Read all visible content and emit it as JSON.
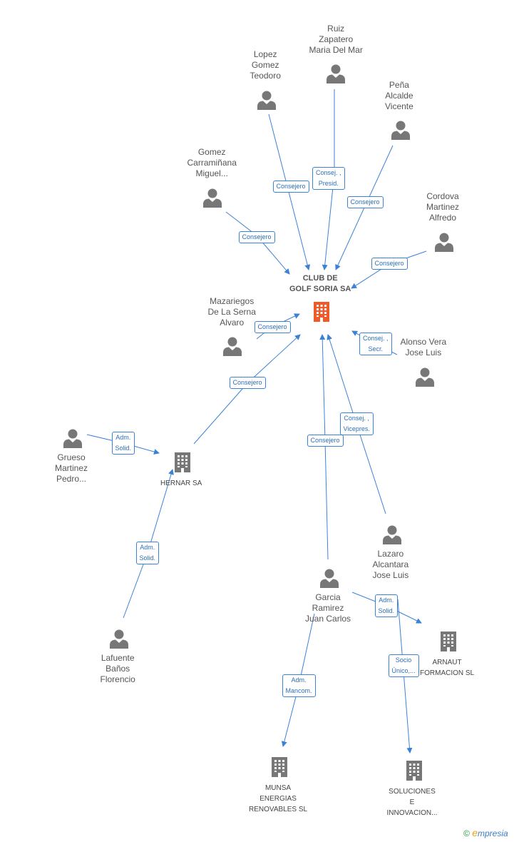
{
  "nodes": {
    "club": {
      "label": [
        "CLUB DE",
        "GOLF SORIA SA"
      ],
      "kind": "company",
      "color": "#f05a28"
    },
    "ruiz": {
      "label": [
        "Ruiz",
        "Zapatero",
        "Maria Del Mar"
      ],
      "kind": "person"
    },
    "lopez": {
      "label": [
        "Lopez",
        "Gomez",
        "Teodoro"
      ],
      "kind": "person"
    },
    "pena": {
      "label": [
        "Peña",
        "Alcalde",
        "Vicente"
      ],
      "kind": "person"
    },
    "gomez": {
      "label": [
        "Gomez",
        "Carramiñana",
        "Miguel..."
      ],
      "kind": "person"
    },
    "cordova": {
      "label": [
        "Cordova",
        "Martinez",
        "Alfredo"
      ],
      "kind": "person"
    },
    "mazariegos": {
      "label": [
        "Mazariegos",
        "De La Serna",
        "Alvaro"
      ],
      "kind": "person"
    },
    "alonso": {
      "label": [
        "Alonso Vera",
        "Jose Luis"
      ],
      "kind": "person"
    },
    "grueso": {
      "label": [
        "Grueso",
        "Martinez",
        "Pedro..."
      ],
      "kind": "person"
    },
    "hernar": {
      "label": [
        "HERNAR SA"
      ],
      "kind": "company"
    },
    "lafuente": {
      "label": [
        "Lafuente",
        "Baños",
        "Florencio"
      ],
      "kind": "person"
    },
    "lazaro": {
      "label": [
        "Lazaro",
        "Alcantara",
        "Jose Luis"
      ],
      "kind": "person"
    },
    "garcia": {
      "label": [
        "Garcia",
        "Ramirez",
        "Juan Carlos"
      ],
      "kind": "person"
    },
    "arnaut": {
      "label": [
        "ARNAUT",
        "FORMACION SL"
      ],
      "kind": "company"
    },
    "munsa": {
      "label": [
        "MUNSA",
        "ENERGIAS",
        "RENOVABLES SL"
      ],
      "kind": "company"
    },
    "soluciones": {
      "label": [
        "SOLUCIONES",
        "E",
        "INNOVACION..."
      ],
      "kind": "company"
    }
  },
  "relations": [
    {
      "from": "lopez",
      "to": "club",
      "label": [
        "Consejero"
      ]
    },
    {
      "from": "ruiz",
      "to": "club",
      "label": [
        "Consej. ,",
        "Presid."
      ]
    },
    {
      "from": "pena",
      "to": "club",
      "label": [
        "Consejero"
      ]
    },
    {
      "from": "gomez",
      "to": "club",
      "label": [
        "Consejero"
      ]
    },
    {
      "from": "cordova",
      "to": "club",
      "label": [
        "Consejero"
      ]
    },
    {
      "from": "mazariegos",
      "to": "club",
      "label": [
        "Consejero"
      ]
    },
    {
      "from": "alonso",
      "to": "club",
      "label": [
        "Consej. ,",
        "Secr."
      ]
    },
    {
      "from": "hernar",
      "to": "club",
      "label": [
        "Consejero"
      ]
    },
    {
      "from": "garcia",
      "to": "club",
      "label": [
        "Consejero"
      ]
    },
    {
      "from": "lazaro",
      "to": "club",
      "label": [
        "Consej. ,",
        "Vicepres."
      ]
    },
    {
      "from": "grueso",
      "to": "hernar",
      "label": [
        "Adm.",
        "Solid."
      ]
    },
    {
      "from": "lafuente",
      "to": "hernar",
      "label": [
        "Adm.",
        "Solid."
      ]
    },
    {
      "from": "garcia",
      "to": "arnaut",
      "label": [
        "Adm.",
        "Solid."
      ]
    },
    {
      "from": "lazaro",
      "to": "soluciones",
      "label": [
        "Socio",
        "Único,..."
      ]
    },
    {
      "from": "garcia",
      "to": "munsa",
      "label": [
        "Adm.",
        "Mancom."
      ]
    }
  ],
  "colors": {
    "edge": "#3b82d6",
    "person": "#777777",
    "company": "#777777"
  },
  "brand": {
    "copyright": "©",
    "first_letter": "e",
    "rest": "mpresia"
  }
}
